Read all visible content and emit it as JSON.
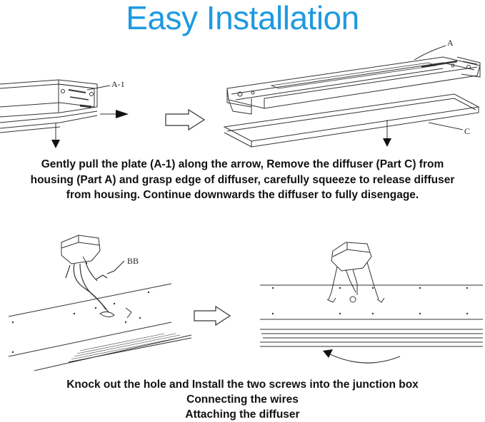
{
  "title": "Easy Installation",
  "step1": {
    "labels": {
      "plate": "A-1",
      "housing": "A",
      "diffuser": "C"
    },
    "caption_lines": [
      "Gently pull the plate (A-1) along the arrow, Remove the diffuser (Part C) from",
      "housing (Part A) and grasp edge of diffuser, carefully squeeze to release diffuser",
      "from housing. Continue downwards the diffuser to fully disengage."
    ]
  },
  "step2": {
    "labels": {
      "wire_connector": "BB"
    },
    "caption_lines": [
      "Knock out the hole and Install the two screws into the junction box",
      "Connecting the wires",
      "Attaching the diffuser"
    ]
  },
  "colors": {
    "title": "#1e9ae0",
    "caption": "#111111",
    "line_art": "#333333"
  },
  "icons": [
    "hollow-right-arrow-icon",
    "curved-left-arrow-icon",
    "down-arrow-icon"
  ]
}
